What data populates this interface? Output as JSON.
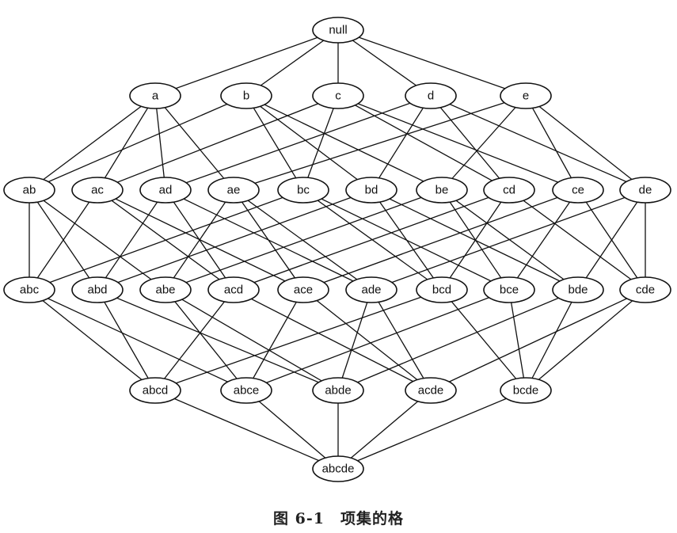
{
  "diagram": {
    "levels": [
      [
        "null"
      ],
      [
        "a",
        "b",
        "c",
        "d",
        "e"
      ],
      [
        "ab",
        "ac",
        "ad",
        "ae",
        "bc",
        "bd",
        "be",
        "cd",
        "ce",
        "de"
      ],
      [
        "abc",
        "abd",
        "abe",
        "acd",
        "ace",
        "ade",
        "bcd",
        "bce",
        "bde",
        "cde"
      ],
      [
        "abcd",
        "abce",
        "abde",
        "acde",
        "bcde"
      ],
      [
        "abcde"
      ]
    ],
    "edge_rule": "node connects to every node in the next level that is a superset formed by adding one item"
  },
  "caption": "图 6-1　项集的格"
}
